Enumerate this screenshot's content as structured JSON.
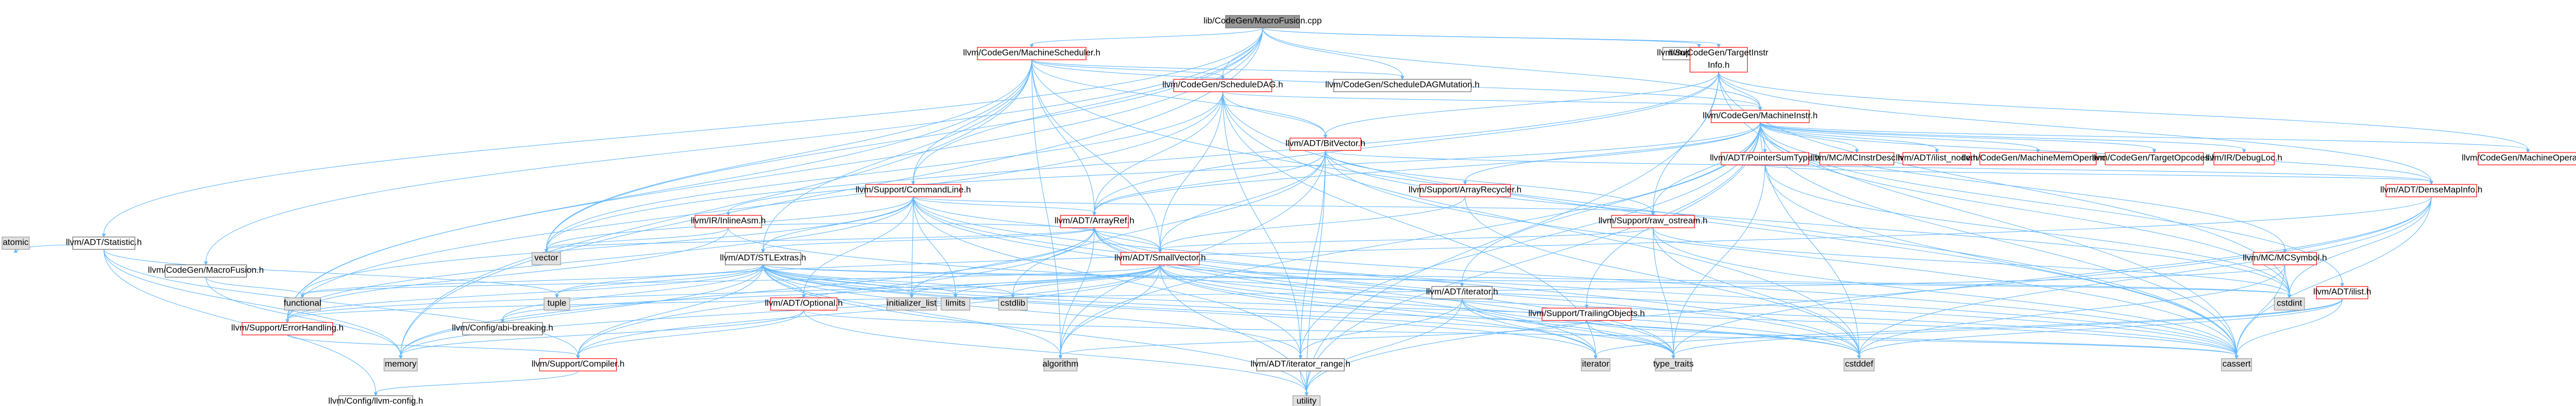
{
  "colors": {
    "root_fill": "#999999",
    "linked_border": "#ff0000",
    "plain_border": "#666666",
    "system_fill": "#e0e0e0",
    "edge": "#63b8ff"
  },
  "nodes": [
    {
      "id": "root",
      "label": "lib/CodeGen/MacroFusion.cpp",
      "kind": "root"
    },
    {
      "id": "ms",
      "label": "llvm/CodeGen/MachineScheduler.h",
      "kind": "linked"
    },
    {
      "id": "dbg",
      "label": "llvm/Support/Debug.h",
      "kind": "plain"
    },
    {
      "id": "tii",
      "label": [
        "llvm/CodeGen/TargetInstr",
        "Info.h"
      ],
      "kind": "linked"
    },
    {
      "id": "sdag",
      "label": "llvm/CodeGen/ScheduleDAG.h",
      "kind": "linked"
    },
    {
      "id": "sdagm",
      "label": "llvm/CodeGen/ScheduleDAGMutation.h",
      "kind": "plain"
    },
    {
      "id": "mi",
      "label": "llvm/CodeGen/MachineInstr.h",
      "kind": "linked"
    },
    {
      "id": "bv",
      "label": "llvm/ADT/BitVector.h",
      "kind": "linked"
    },
    {
      "id": "cl",
      "label": "llvm/Support/CommandLine.h",
      "kind": "linked"
    },
    {
      "id": "stat",
      "label": "llvm/ADT/Statistic.h",
      "kind": "plain"
    },
    {
      "id": "mfh",
      "label": "llvm/CodeGen/MacroFusion.h",
      "kind": "plain"
    },
    {
      "id": "pst",
      "label": "llvm/ADT/PointerSumType.h",
      "kind": "linked"
    },
    {
      "id": "mcid",
      "label": "llvm/MC/MCInstrDesc.h",
      "kind": "linked"
    },
    {
      "id": "ilist",
      "label": "llvm/ADT/ilist_node.h",
      "kind": "linked"
    },
    {
      "id": "mmo",
      "label": "llvm/CodeGen/MachineMemOperand.h",
      "kind": "linked"
    },
    {
      "id": "top",
      "label": "llvm/CodeGen/TargetOpcodes.h",
      "kind": "linked"
    },
    {
      "id": "dl",
      "label": "llvm/IR/DebugLoc.h",
      "kind": "linked"
    },
    {
      "id": "mo",
      "label": "llvm/CodeGen/MachineOperand.h",
      "kind": "linked"
    },
    {
      "id": "arec",
      "label": "llvm/Support/ArrayRecycler.h",
      "kind": "linked"
    },
    {
      "id": "dmi",
      "label": "llvm/ADT/DenseMapInfo.h",
      "kind": "linked"
    },
    {
      "id": "iasm",
      "label": "llvm/IR/InlineAsm.h",
      "kind": "linked"
    },
    {
      "id": "aref",
      "label": "llvm/ADT/ArrayRef.h",
      "kind": "linked"
    },
    {
      "id": "raw",
      "label": "llvm/Support/raw_ostream.h",
      "kind": "linked"
    },
    {
      "id": "sv",
      "label": "llvm/ADT/SmallVector.h",
      "kind": "linked"
    },
    {
      "id": "stl",
      "label": "llvm/ADT/STLExtras.h",
      "kind": "plain"
    },
    {
      "id": "mcs",
      "label": "llvm/MC/MCSymbol.h",
      "kind": "linked"
    },
    {
      "id": "ilh",
      "label": "llvm/ADT/ilist.h",
      "kind": "linked"
    },
    {
      "id": "iter",
      "label": "llvm/ADT/iterator.h",
      "kind": "plain"
    },
    {
      "id": "opt",
      "label": "llvm/ADT/Optional.h",
      "kind": "linked"
    },
    {
      "id": "tro",
      "label": "llvm/Support/TrailingObjects.h",
      "kind": "linked"
    },
    {
      "id": "eh",
      "label": "llvm/Support/ErrorHandling.h",
      "kind": "linked"
    },
    {
      "id": "brk",
      "label": "llvm/Config/abi-breaking.h",
      "kind": "plain"
    },
    {
      "id": "comp",
      "label": "llvm/Support/Compiler.h",
      "kind": "linked"
    },
    {
      "id": "ir",
      "label": "llvm/ADT/iterator_range.h",
      "kind": "plain"
    },
    {
      "id": "cfg",
      "label": "llvm/Config/llvm-config.h",
      "kind": "plain"
    },
    {
      "id": "atomic",
      "label": "atomic",
      "kind": "system"
    },
    {
      "id": "vector",
      "label": "vector",
      "kind": "system"
    },
    {
      "id": "functional",
      "label": "functional",
      "kind": "system"
    },
    {
      "id": "memory",
      "label": "memory",
      "kind": "system"
    },
    {
      "id": "tuple",
      "label": "tuple",
      "kind": "system"
    },
    {
      "id": "initlist",
      "label": "initializer_list",
      "kind": "system"
    },
    {
      "id": "limits",
      "label": "limits",
      "kind": "system"
    },
    {
      "id": "cstdlib",
      "label": "cstdlib",
      "kind": "system"
    },
    {
      "id": "algorithm",
      "label": "algorithm",
      "kind": "system"
    },
    {
      "id": "iterator",
      "label": "iterator",
      "kind": "system"
    },
    {
      "id": "tt",
      "label": "type_traits",
      "kind": "system"
    },
    {
      "id": "cstddef",
      "label": "cstddef",
      "kind": "system"
    },
    {
      "id": "cassert",
      "label": "cassert",
      "kind": "system"
    },
    {
      "id": "cstdint",
      "label": "cstdint",
      "kind": "system"
    },
    {
      "id": "utility",
      "label": "utility",
      "kind": "system"
    }
  ],
  "edges": [
    [
      "root",
      "ms"
    ],
    [
      "root",
      "dbg"
    ],
    [
      "root",
      "tii"
    ],
    [
      "root",
      "sdag"
    ],
    [
      "root",
      "sdagm"
    ],
    [
      "root",
      "stat"
    ],
    [
      "root",
      "mfh"
    ],
    [
      "root",
      "cl"
    ],
    [
      "root",
      "mi"
    ],
    [
      "root",
      "vector"
    ],
    [
      "root",
      "memory"
    ],
    [
      "root",
      "eh"
    ],
    [
      "ms",
      "sdag"
    ],
    [
      "ms",
      "sdagm"
    ],
    [
      "ms",
      "mi"
    ],
    [
      "ms",
      "bv"
    ],
    [
      "ms",
      "cl"
    ],
    [
      "ms",
      "aref"
    ],
    [
      "ms",
      "sv"
    ],
    [
      "ms",
      "eh"
    ],
    [
      "ms",
      "memory"
    ],
    [
      "ms",
      "vector"
    ],
    [
      "ms",
      "cassert"
    ],
    [
      "ms",
      "algorithm"
    ],
    [
      "ms",
      "stl"
    ],
    [
      "tii",
      "mi"
    ],
    [
      "tii",
      "dmi"
    ],
    [
      "tii",
      "mo"
    ],
    [
      "tii",
      "cstdint"
    ],
    [
      "tii",
      "utility"
    ],
    [
      "tii",
      "cassert"
    ],
    [
      "tii",
      "aref"
    ],
    [
      "tii",
      "bv"
    ],
    [
      "tii",
      "vector"
    ],
    [
      "tii",
      "raw"
    ],
    [
      "sdag",
      "bv"
    ],
    [
      "sdag",
      "mi"
    ],
    [
      "sdag",
      "sv"
    ],
    [
      "sdag",
      "eh"
    ],
    [
      "sdag",
      "iterator"
    ],
    [
      "sdag",
      "cassert"
    ],
    [
      "sdag",
      "cstddef"
    ],
    [
      "sdag",
      "aref"
    ],
    [
      "sdag",
      "string"
    ],
    [
      "sdag",
      "vector"
    ],
    [
      "sdag",
      "ir"
    ],
    [
      "mi",
      "dmi"
    ],
    [
      "mi",
      "pst"
    ],
    [
      "mi",
      "ilist"
    ],
    [
      "mi",
      "mcid"
    ],
    [
      "mi",
      "mmo"
    ],
    [
      "mi",
      "top"
    ],
    [
      "mi",
      "dl"
    ],
    [
      "mi",
      "mo"
    ],
    [
      "mi",
      "arec"
    ],
    [
      "mi",
      "iasm"
    ],
    [
      "mi",
      "aref"
    ],
    [
      "mi",
      "mcs"
    ],
    [
      "mi",
      "ilh"
    ],
    [
      "mi",
      "tro"
    ],
    [
      "mi",
      "raw"
    ],
    [
      "mi",
      "iter"
    ],
    [
      "mi",
      "cassert"
    ],
    [
      "mi",
      "cstdint"
    ],
    [
      "mi",
      "utility"
    ],
    [
      "mi",
      "cstddef"
    ],
    [
      "mi",
      "algorithm"
    ],
    [
      "mi",
      "ir"
    ],
    [
      "bv",
      "aref"
    ],
    [
      "bv",
      "dmi"
    ],
    [
      "bv",
      "ir"
    ],
    [
      "bv",
      "raw"
    ],
    [
      "bv",
      "sv"
    ],
    [
      "bv",
      "algorithm"
    ],
    [
      "bv",
      "cassert"
    ],
    [
      "bv",
      "climits"
    ],
    [
      "bv",
      "cstdint"
    ],
    [
      "bv",
      "cstdlib"
    ],
    [
      "bv",
      "utility"
    ],
    [
      "cl",
      "aref"
    ],
    [
      "cl",
      "sv"
    ],
    [
      "cl",
      "stl"
    ],
    [
      "cl",
      "eh"
    ],
    [
      "cl",
      "raw"
    ],
    [
      "cl",
      "ir"
    ],
    [
      "cl",
      "functional"
    ],
    [
      "cl",
      "initlist"
    ],
    [
      "cl",
      "vector"
    ],
    [
      "cl",
      "cassert"
    ],
    [
      "cl",
      "cstddef"
    ],
    [
      "cl",
      "limits"
    ],
    [
      "cl",
      "tt"
    ],
    [
      "cl",
      "opt"
    ],
    [
      "stat",
      "atomic"
    ],
    [
      "stat",
      "memory"
    ],
    [
      "stat",
      "cfg"
    ],
    [
      "stat",
      "comp"
    ],
    [
      "stat",
      "tuple"
    ],
    [
      "mfh",
      "functional"
    ],
    [
      "mfh",
      "memory"
    ],
    [
      "pst",
      "dmi"
    ],
    [
      "pst",
      "cassert"
    ],
    [
      "pst",
      "cstdint"
    ],
    [
      "pst",
      "tt"
    ],
    [
      "arec",
      "sv"
    ],
    [
      "arec",
      "cstddef"
    ],
    [
      "dmi",
      "cassert"
    ],
    [
      "dmi",
      "cstddef"
    ],
    [
      "dmi",
      "cstdint"
    ],
    [
      "dmi",
      "tuple"
    ],
    [
      "dmi",
      "tt"
    ],
    [
      "dmi",
      "utility"
    ],
    [
      "iasm",
      "aref"
    ],
    [
      "iasm",
      "vector"
    ],
    [
      "iasm",
      "eh"
    ],
    [
      "iasm",
      "cassert"
    ],
    [
      "aref",
      "stl"
    ],
    [
      "aref",
      "sv"
    ],
    [
      "aref",
      "algorithm"
    ],
    [
      "aref",
      "array"
    ],
    [
      "aref",
      "cassert"
    ],
    [
      "aref",
      "cstddef"
    ],
    [
      "aref",
      "initlist"
    ],
    [
      "aref",
      "iterator"
    ],
    [
      "aref",
      "memory"
    ],
    [
      "aref",
      "tt"
    ],
    [
      "aref",
      "vector"
    ],
    [
      "aref",
      "comp"
    ],
    [
      "raw",
      "cassert"
    ],
    [
      "raw",
      "cstddef"
    ],
    [
      "raw",
      "cstdint"
    ],
    [
      "raw",
      "tt"
    ],
    [
      "raw",
      "sv"
    ],
    [
      "sv",
      "comp"
    ],
    [
      "sv",
      "algorithm"
    ],
    [
      "sv",
      "cassert"
    ],
    [
      "sv",
      "cstddef"
    ],
    [
      "sv",
      "cstdlib"
    ],
    [
      "sv",
      "cstdint"
    ],
    [
      "sv",
      "functional"
    ],
    [
      "sv",
      "initlist"
    ],
    [
      "sv",
      "iterator"
    ],
    [
      "sv",
      "limits"
    ],
    [
      "sv",
      "memory"
    ],
    [
      "sv",
      "tt"
    ],
    [
      "sv",
      "utility"
    ],
    [
      "sv",
      "eh"
    ],
    [
      "sv",
      "brk"
    ],
    [
      "stl",
      "ir"
    ],
    [
      "stl",
      "iter"
    ],
    [
      "stl",
      "eh"
    ],
    [
      "stl",
      "brk"
    ],
    [
      "stl",
      "algorithm"
    ],
    [
      "stl",
      "cassert"
    ],
    [
      "stl",
      "cstddef"
    ],
    [
      "stl",
      "cstdint"
    ],
    [
      "stl",
      "cstdlib"
    ],
    [
      "stl",
      "functional"
    ],
    [
      "stl",
      "initlist"
    ],
    [
      "stl",
      "iterator"
    ],
    [
      "stl",
      "limits"
    ],
    [
      "stl",
      "memory"
    ],
    [
      "stl",
      "tuple"
    ],
    [
      "stl",
      "tt"
    ],
    [
      "stl",
      "utility"
    ],
    [
      "stl",
      "opt"
    ],
    [
      "stl",
      "comp"
    ],
    [
      "mcs",
      "cassert"
    ],
    [
      "mcs",
      "cstddef"
    ],
    [
      "mcs",
      "cstdint"
    ],
    [
      "mcs",
      "eh"
    ],
    [
      "ilh",
      "cassert"
    ],
    [
      "ilh",
      "cstddef"
    ],
    [
      "ilh",
      "iterator"
    ],
    [
      "ilh",
      "tt"
    ],
    [
      "iter",
      "ir"
    ],
    [
      "iter",
      "cstddef"
    ],
    [
      "iter",
      "iterator"
    ],
    [
      "iter",
      "tt"
    ],
    [
      "iter",
      "utility"
    ],
    [
      "opt",
      "comp"
    ],
    [
      "opt",
      "cassert"
    ],
    [
      "opt",
      "memory"
    ],
    [
      "opt",
      "new"
    ],
    [
      "opt",
      "utility"
    ],
    [
      "tro",
      "algorithm"
    ],
    [
      "tro",
      "cassert"
    ],
    [
      "tro",
      "tt"
    ],
    [
      "eh",
      "comp"
    ],
    [
      "comp",
      "cfg"
    ],
    [
      "ir",
      "utility"
    ]
  ]
}
